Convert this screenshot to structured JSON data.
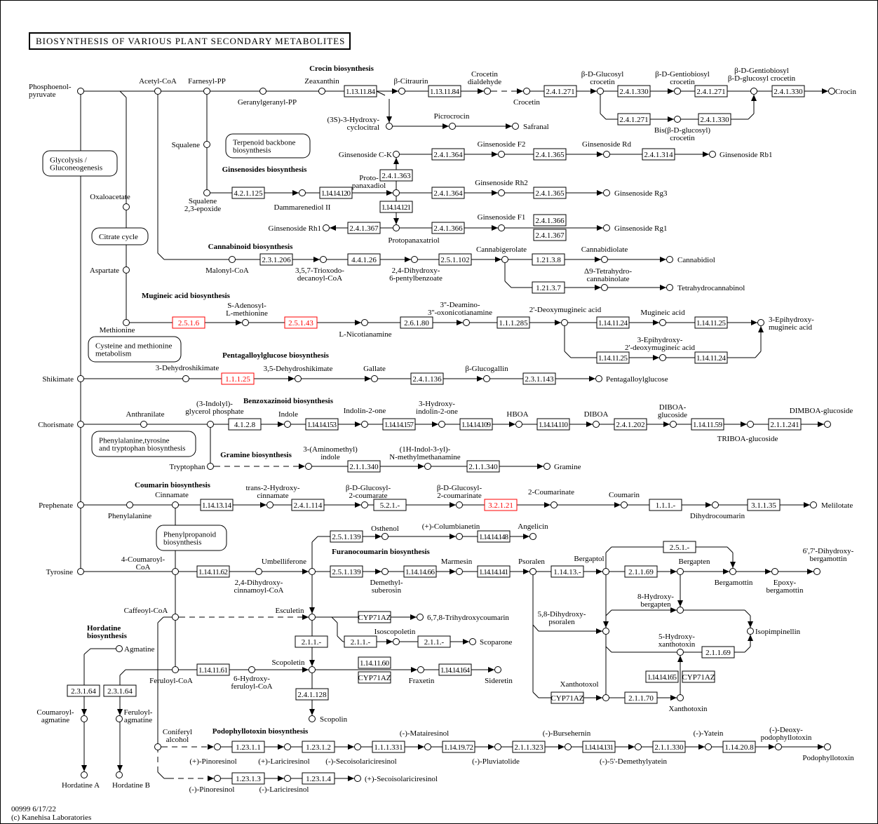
{
  "title": "BIOSYNTHESIS OF VARIOUS PLANT SECONDARY METABOLITES",
  "footer": {
    "map_id": "00999 6/17/22",
    "copyright": "(c) Kanehisa Laboratories"
  },
  "sections": [
    "Crocin biosynthesis",
    "Ginsenosides biosynthesis",
    "Cannabinoid biosynthesis",
    "Mugineic acid biosynthesis",
    "Pentagalloylglucose biosynthesis",
    "Benzoxazinoid biosynthesis",
    "Gramine biosynthesis",
    "Coumarin biosynthesis",
    "Furanocoumarin biosynthesis",
    "Hordatine\nbiosynthesis",
    "Podophyllotoxin biosynthesis"
  ],
  "map_links": [
    "Terpenoid backbone\nbiosynthesis",
    "Glycolysis /\nGluconeogenesis",
    "Citrate cycle",
    "Cysteine and methionine\nmetabolism",
    "Phenylalanine,tyrosine\nand tryptophan biosynthesis",
    "Phenylpropanoid\nbiosynthesis"
  ],
  "compounds": [
    "Phosphoenol-\npyruvate",
    "Acetyl-CoA",
    "Farnesyl-PP",
    "Geranylgeranyl-PP",
    "Zeaxanthin",
    "β-Citraurin",
    "Crocetin\ndialdehyde",
    "Crocetin",
    "β-D-Glucosyl\ncrocetin",
    "β-D-Gentiobiosyl\ncrocetin",
    "β-D-Gentiobiosyl\nβ-D-glucosyl crocetin",
    "Crocin",
    "Bis(β-D-glucosyl)\ncrocetin",
    "(3S)-3-Hydroxy-\ncyclocitral",
    "Picrocrocin",
    "Safranal",
    "Squalene",
    "Squalene\n2,3-epoxide",
    "Dammarenediol II",
    "Proto-\npanaxadiol",
    "Ginsenoside C-K",
    "Ginsenoside F2",
    "Ginsenoside Rd",
    "Ginsenoside Rb1",
    "Ginsenoside Rh2",
    "Ginsenoside Rg3",
    "Ginsenoside Rh1",
    "Protopanaxatriol",
    "Ginsenoside F1",
    "Ginsenoside Rg1",
    "Oxaloacetate",
    "Aspartate",
    "Malonyl-CoA",
    "3,5,7-Trioxodo-\ndecanoyl-CoA",
    "2,4-Dihydroxy-\n6-pentylbenzoate",
    "Cannabigerolate",
    "Cannabidiolate",
    "Cannabidiol",
    "Δ9-Tetrahydro-\ncannabinolate",
    "Tetrahydrocannabinol",
    "Methionine",
    "S-Adenosyl-\nL-methionine",
    "L-Nicotianamine",
    "3''-Deamino-\n3''-oxonicotianamine",
    "2'-Deoxymugineic acid",
    "Mugineic acid",
    "3-Epihydroxy-\nmugineic acid",
    "3-Epihydroxy-\n2'-deoxymugineic acid",
    "Shikimate",
    "3-Dehydroshikimate",
    "3,5-Dehydroshikimate",
    "Gallate",
    "β-Glucogallin",
    "Pentagalloylglucose",
    "Chorismate",
    "Anthranilate",
    "(3-Indolyl)-\nglycerol phosphate",
    "Indole",
    "Indolin-2-one",
    "3-Hydroxy-\nindolin-2-one",
    "HBOA",
    "DIBOA",
    "DIBOA-\nglucoside",
    "TRIBOA-glucoside",
    "DIMBOA-glucoside",
    "Tryptophan",
    "3-(Aminomethyl)\nindole",
    "(1H-Indol-3-yl)-\nN-methylmethanamine",
    "Gramine",
    "Prephenate",
    "Phenylalanine",
    "Cinnamate",
    "trans-2-Hydroxy-\ncinnamate",
    "β-D-Glucosyl-\n2-coumarate",
    "β-D-Glucosyl-\n2-coumarinate",
    "2-Coumarinate",
    "Coumarin",
    "Dihydrocoumarin",
    "Melilotate",
    "Osthenol",
    "(+)-Columbianetin",
    "Angelicin",
    "Tyrosine",
    "4-Coumaroyl-\nCoA",
    "Umbelliferone",
    "2,4-Dihydroxy-\ncinnamoyl-CoA",
    "Demethyl-\nsuberosin",
    "Marmesin",
    "Psoralen",
    "Bergaptol",
    "Bergapten",
    "Bergamottin",
    "Epoxy-\nbergamottin",
    "6',7'-Dihydroxy-\nbergamottin",
    "Caffeoyl-CoA",
    "Esculetin",
    "6,7,8-Trihydroxycoumarin",
    "5,8-Dihydroxy-\npsoralen",
    "8-Hydroxy-\nbergapten",
    "5-Hydroxy-\nxanthotoxin",
    "Isopimpinellin",
    "Isoscopoletin",
    "Scoparone",
    "Agmatine",
    "Feruloyl-CoA",
    "Scopoletin",
    "6-Hydroxy-\nferuloyl-CoA",
    "Fraxetin",
    "Sideretin",
    "Xanthotoxol",
    "Xanthotoxin",
    "Scopolin",
    "Coumaroyl-\nagmatine",
    "Feruloyl-\nagmatine",
    "Hordatine A",
    "Hordatine B",
    "Coniferyl\nalcohol",
    "(+)-Pinoresinol",
    "(+)-Lariciresinol",
    "(-)-Secoisolariciresinol",
    "(-)-Matairesinol",
    "(-)-Pluviatolide",
    "(-)-Bursehernin",
    "(-)-5'-Demethylyatein",
    "(-)-Yatein",
    "(-)-Deoxy-\npodophyllotoxin",
    "Podophyllotoxin",
    "(-)-Pinoresinol",
    "(-)-Lariciresinol",
    "(+)-Secoisolariciresinol"
  ],
  "enzymes": [
    {
      "ec": "1.13.11.84"
    },
    {
      "ec": "1.13.11.84"
    },
    {
      "ec": "2.4.1.271"
    },
    {
      "ec": "2.4.1.330"
    },
    {
      "ec": "2.4.1.271"
    },
    {
      "ec": "2.4.1.330"
    },
    {
      "ec": "2.4.1.271"
    },
    {
      "ec": "2.4.1.330"
    },
    {
      "ec": "2.4.1.364"
    },
    {
      "ec": "2.4.1.365"
    },
    {
      "ec": "2.4.1.314"
    },
    {
      "ec": "2.4.1.363"
    },
    {
      "ec": "4.2.1.125"
    },
    {
      "ec": "1.14.14.120"
    },
    {
      "ec": "2.4.1.364"
    },
    {
      "ec": "2.4.1.365"
    },
    {
      "ec": "1.14.14.121"
    },
    {
      "ec": "2.4.1.367"
    },
    {
      "ec": "2.4.1.366"
    },
    {
      "ec": "2.4.1.366"
    },
    {
      "ec": "2.4.1.367"
    },
    {
      "ec": "2.3.1.206"
    },
    {
      "ec": "4.4.1.26"
    },
    {
      "ec": "2.5.1.102"
    },
    {
      "ec": "1.21.3.8"
    },
    {
      "ec": "1.21.3.7"
    },
    {
      "ec": "2.5.1.6",
      "highlight": true
    },
    {
      "ec": "2.5.1.43",
      "highlight": true
    },
    {
      "ec": "2.6.1.80"
    },
    {
      "ec": "1.1.1.285"
    },
    {
      "ec": "1.14.11.24"
    },
    {
      "ec": "1.14.11.25"
    },
    {
      "ec": "1.14.11.25"
    },
    {
      "ec": "1.14.11.24"
    },
    {
      "ec": "1.1.1.25",
      "highlight": true
    },
    {
      "ec": "2.4.1.136"
    },
    {
      "ec": "2.3.1.143"
    },
    {
      "ec": "4.1.2.8"
    },
    {
      "ec": "1.14.14.153"
    },
    {
      "ec": "1.14.14.157"
    },
    {
      "ec": "1.14.14.109"
    },
    {
      "ec": "1.14.14.110"
    },
    {
      "ec": "2.4.1.202"
    },
    {
      "ec": "1.14.11.59"
    },
    {
      "ec": "2.1.1.241"
    },
    {
      "ec": "2.1.1.340"
    },
    {
      "ec": "2.1.1.340"
    },
    {
      "ec": "1.14.13.14"
    },
    {
      "ec": "2.4.1.114"
    },
    {
      "ec": "5.2.1.-"
    },
    {
      "ec": "3.2.1.21",
      "highlight": true
    },
    {
      "ec": "1.1.1.-"
    },
    {
      "ec": "3.1.1.35"
    },
    {
      "ec": "2.5.1.139"
    },
    {
      "ec": "1.14.14.148"
    },
    {
      "ec": "2.5.1.-"
    },
    {
      "ec": "1.14.11.62"
    },
    {
      "ec": "2.5.1.139"
    },
    {
      "ec": "1.14.14.66"
    },
    {
      "ec": "1.14.14.141"
    },
    {
      "ec": "1.14.13.-"
    },
    {
      "ec": "2.1.1.69"
    },
    {
      "ec": "CYP71AZ"
    },
    {
      "ec": "2.1.1.-"
    },
    {
      "ec": "2.1.1.-"
    },
    {
      "ec": "2.1.1.-"
    },
    {
      "ec": "2.1.1.69"
    },
    {
      "ec": "1.14.11.60"
    },
    {
      "ec": "1.14.11.61"
    },
    {
      "ec": "CYP71AZ"
    },
    {
      "ec": "1.14.14.164"
    },
    {
      "ec": "1.14.14.165"
    },
    {
      "ec": "CYP71AZ"
    },
    {
      "ec": "2.3.1.64"
    },
    {
      "ec": "2.3.1.64"
    },
    {
      "ec": "2.4.1.128"
    },
    {
      "ec": "CYP71AZ"
    },
    {
      "ec": "2.1.1.70"
    },
    {
      "ec": "1.23.1.1"
    },
    {
      "ec": "1.23.1.2"
    },
    {
      "ec": "1.1.1.331"
    },
    {
      "ec": "1.14.19.72"
    },
    {
      "ec": "2.1.1.323"
    },
    {
      "ec": "1.14.14.131"
    },
    {
      "ec": "2.1.1.330"
    },
    {
      "ec": "1.14.20.8"
    },
    {
      "ec": "1.23.1.3"
    },
    {
      "ec": "1.23.1.4"
    }
  ],
  "colors": {
    "highlight": "#ff0000",
    "line": "#000000"
  }
}
